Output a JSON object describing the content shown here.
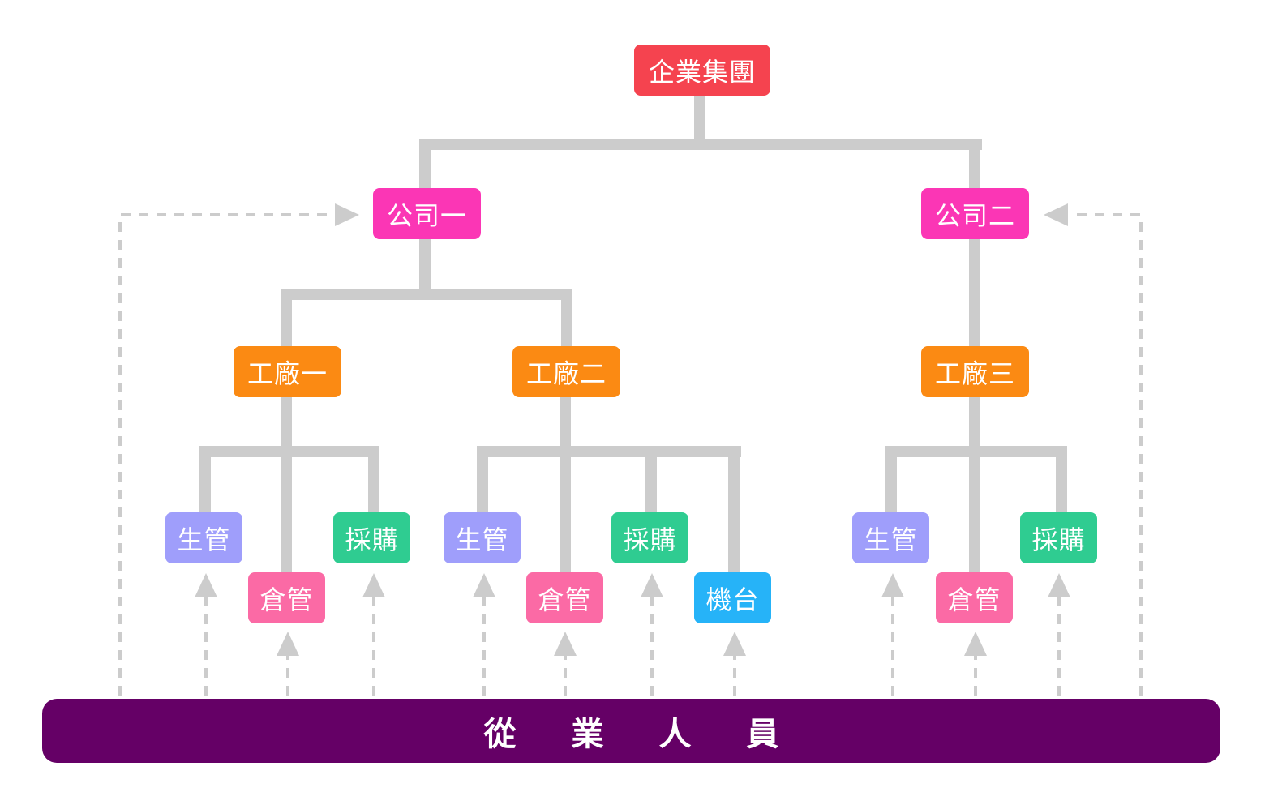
{
  "colors": {
    "connector": "#cccccc",
    "dashed_arrow": "#cccccc",
    "group": "#f5434f",
    "company": "#fb36b5",
    "factory": "#fb8a13",
    "production_control": "#9f9efb",
    "warehouse": "#fb6aa5",
    "purchasing": "#2fcc91",
    "machine": "#26b3f8",
    "bottom_bar": "#650066",
    "text": "#ffffff"
  },
  "nodes": {
    "group": "企業集團",
    "company_1": "公司一",
    "company_2": "公司二",
    "factory_1": "工廠一",
    "factory_2": "工廠二",
    "factory_3": "工廠三",
    "f1_production": "生管",
    "f1_warehouse": "倉管",
    "f1_purchasing": "採購",
    "f2_production": "生管",
    "f2_warehouse": "倉管",
    "f2_purchasing": "採購",
    "f2_machine": "機台",
    "f3_production": "生管",
    "f3_warehouse": "倉管",
    "f3_purchasing": "採購"
  },
  "bottom_bar": {
    "label": "從業人員"
  }
}
